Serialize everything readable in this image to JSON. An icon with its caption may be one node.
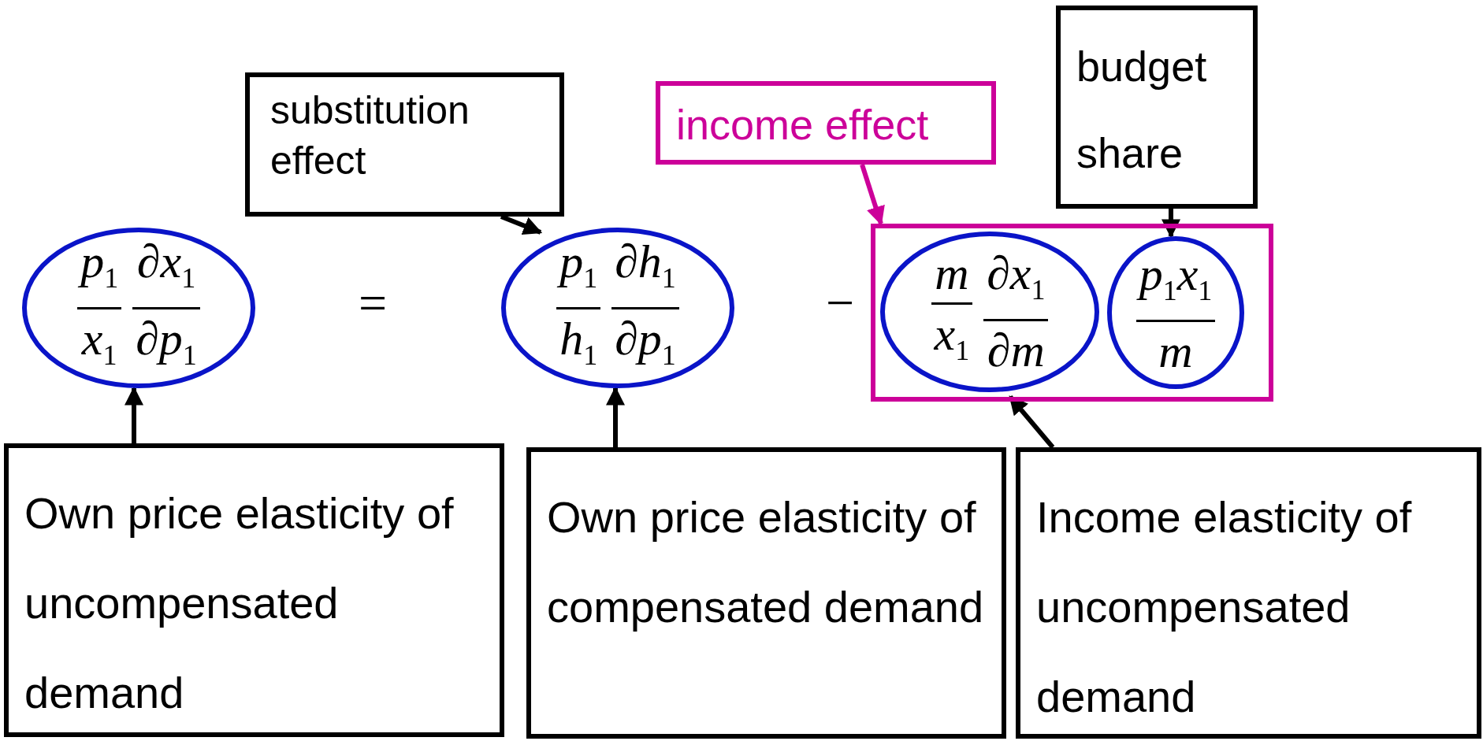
{
  "diagram": {
    "nodes": [
      {
        "text": [
          "substitution effect"
        ]
      },
      {
        "text": [
          "income effect"
        ]
      },
      {
        "text": [
          "budget share"
        ]
      },
      {
        "text": [
          "p$_{1}$",
          "x$_{1}$",
          "∂x$_{1}$",
          "∂p$_{1}$"
        ]
      },
      {
        "text": [
          "p$_{1}$",
          "h$_{1}$",
          "∂h$_{1}$",
          "∂p$_{1}$"
        ]
      },
      {
        "text": [],
        "shape": "box"
      },
      {
        "text": [
          "m",
          "x$_{1}$",
          "∂x$_{1}$",
          "∂m"
        ],
        "in": 5
      },
      {
        "text": [
          "p$_{1}$x$_{1}$",
          "m"
        ],
        "in": 5
      },
      {
        "text": [
          "Own price elasticity of uncompensated demand"
        ]
      },
      {
        "text": [
          "Own price elasticity of compensated demand"
        ]
      },
      {
        "text": [
          "Income elasticity of uncompensated demand"
        ]
      }
    ],
    "edges": [
      {
        "from": 0,
        "to": 4,
        "arrow": "to"
      },
      {
        "from": 1,
        "to": 5,
        "arrow": "to",
        "color": "#cc0099"
      },
      {
        "from": 2,
        "to": 7,
        "arrow": "to"
      },
      {
        "from": 8,
        "to": 3,
        "arrow": "to"
      },
      {
        "from": 9,
        "to": 4,
        "arrow": "to"
      },
      {
        "from": 10,
        "to": 6,
        "arrow": "to"
      }
    ],
    "labels": [
      "=",
      "−"
    ]
  }
}
